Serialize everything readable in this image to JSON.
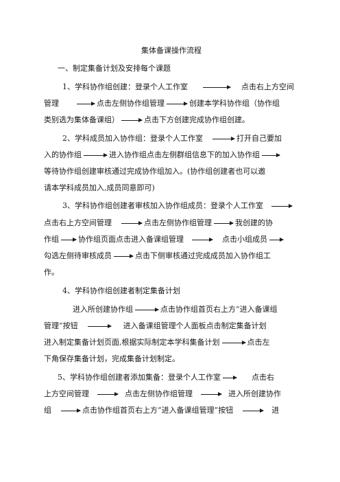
{
  "doc": {
    "title": "集体备课操作流程",
    "section1_heading": "一、制定集备计划及安排每个课题",
    "l3a": "1、学科协作组创建：登录个人工作室",
    "l3b": "点击右上方空间",
    "l4a": "管理",
    "l4b": "点击左侧协作组管理",
    "l4c": "创建本学科协作组（协作组",
    "l5a": "类别选为集体备课组）",
    "l5b": "点击下方创建完成协作组创建。",
    "l6a": "2、学科成员加入协作组：登录个人工作室",
    "l6b": "打开自己要加",
    "l7a": "入的协作组",
    "l7b": "进入协作组点击左侧群组信息下的加入协作组",
    "l8": "等待协作组创建审核通过完成协作组加入。(协作组创建者也可以邀",
    "l9": "请本学科成员加入,成员同意即可)",
    "l10a": "3、学科协作组创建者审核加入协作组成员：登录个人工作室",
    "l11a": "点击右上方空间管理",
    "l11b": "点击左侧协作组管理",
    "l11c": "我创建的协",
    "l12a": "作组",
    "l12b": "协作组页面点击进入备课组管理",
    "l12c": "点击小组成员",
    "l13a": "勾选左侧待审核成员",
    "l13b": "点击下侧审核通过完成成员加入协作组工",
    "l14": "作。",
    "l15": "4、学科协作组创建者制定集备计划",
    "l16a": "进入所创建协作组",
    "l16b": "点击协作组首页右上方“进入备课组",
    "l17a": "管理”按钮",
    "l17b": "进入备课组管理个人面板点击制定集备计划",
    "l18a": "进入制定集备计划页面,根据实际制定本学科集备计划",
    "l18b": "点击左",
    "l19": "下角保存集备计划，完成集备计划制定。",
    "l20a": "5、学科协作组创建者添加集备：登录个人工作室",
    "l20b": "点击右",
    "l21a": "上方空间管理",
    "l21b": "点击左侧协作组管理",
    "l21c": "进入所创建协作",
    "l22a": "组",
    "l22b": "点击协作组首页右上方“进入备课组管理”按钮",
    "l22c": "进"
  }
}
